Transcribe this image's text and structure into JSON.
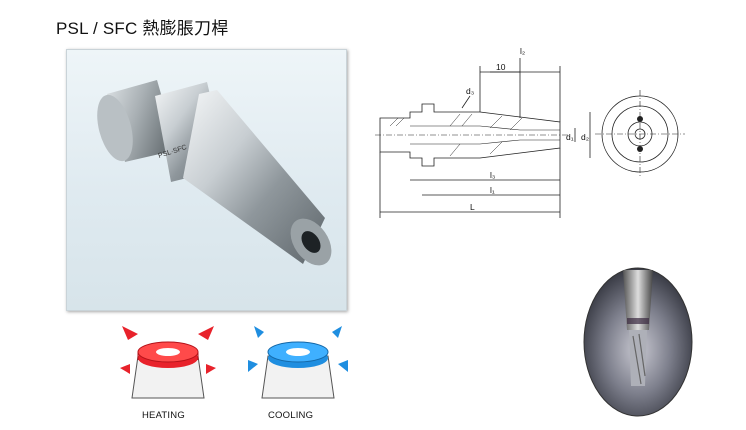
{
  "header": {
    "title": "PSL / SFC 熱膨脹刀桿"
  },
  "photo": {
    "engraving": "PSL·SFC"
  },
  "thermal": {
    "heating_label": "HEATING",
    "cooling_label": "COOLING",
    "colors": {
      "heat": "#e8222b",
      "cool": "#1f8ee0"
    }
  },
  "drawing": {
    "dims": {
      "l2": "l₂",
      "ten": "10",
      "d3": "d₃",
      "d1": "d₁",
      "d2": "d₂",
      "l3": "l₃",
      "l1": "l₁",
      "L": "L"
    }
  }
}
